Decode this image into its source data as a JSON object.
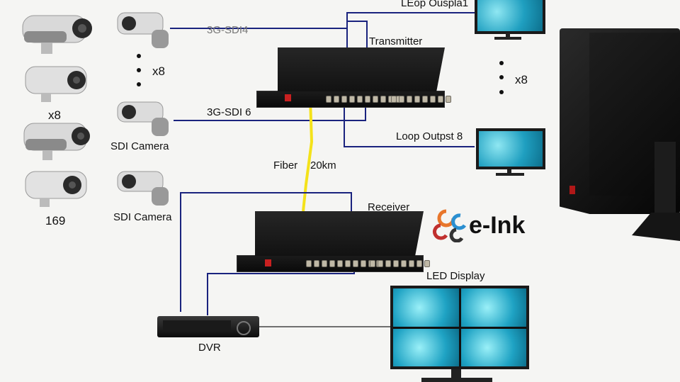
{
  "labels": {
    "top_monitor": "LEop Ouspla1",
    "sdi_top": "3G-SDI4",
    "x8_cameras_top": "x8",
    "transmitter": "Transmitter",
    "x8_monitors": "x8",
    "x8_cameras_left": "x8",
    "sdi_6": "3G-SDI 6",
    "loop_output_8": "Loop Outpst 8",
    "sdi_camera_1": "SDI Camera",
    "fiber": "Fiber",
    "fiber_distance": "20km",
    "receiver": "Receiver",
    "count_169": "169",
    "sdi_camera_2": "SDI Camera",
    "led_display": "LED Display",
    "dvr": "DVR"
  },
  "logo": {
    "text": "e-Ink",
    "colors": [
      "#e8762b",
      "#2b8fd0",
      "#c0302e",
      "#333333"
    ]
  },
  "colors": {
    "wire": "#1a237e",
    "fiber": "#f4e21a",
    "screen": "#21a6c6"
  }
}
